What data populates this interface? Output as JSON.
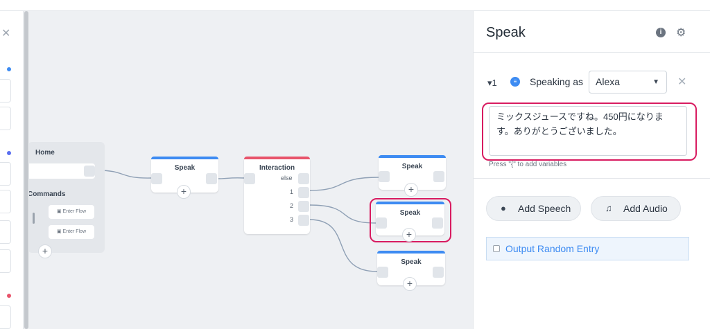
{
  "colors": {
    "speak_accent": "#3d8bf2",
    "interaction_accent": "#e8546b",
    "highlight": "#d81b60",
    "sidebar_dots": [
      "#3d8bf2",
      "#5a6ff0",
      "#e8546b"
    ]
  },
  "left_panel": {
    "close_icon": "close-icon"
  },
  "canvas": {
    "home_block": {
      "title": "Home",
      "commands_label": "Commands",
      "flow_buttons": [
        "Enter Flow",
        "Enter Flow"
      ],
      "add": "+"
    },
    "speak_block_1": {
      "title": "Speak",
      "add": "+"
    },
    "interaction_block": {
      "title": "Interaction",
      "choices": [
        "else",
        "1",
        "2",
        "3"
      ]
    },
    "speak_block_2": {
      "title": "Speak",
      "add": "+"
    },
    "speak_block_3": {
      "title": "Speak",
      "add": "+"
    },
    "speak_block_4": {
      "title": "Speak",
      "add": "+"
    }
  },
  "right_panel": {
    "title": "Speak",
    "info_icon": "info-icon",
    "settings_icon": "gear-icon",
    "entry": {
      "index": "1",
      "speaking_as_label": "Speaking as",
      "voice": "Alexa",
      "text": "ミックスジュースですね。450円になります。ありがとうございました。",
      "hint": "Press \"{\" to add variables"
    },
    "buttons": {
      "add_speech": "Add Speech",
      "add_audio": "Add Audio"
    },
    "random_option": {
      "label": "Output Random Entry",
      "checked": false
    }
  }
}
